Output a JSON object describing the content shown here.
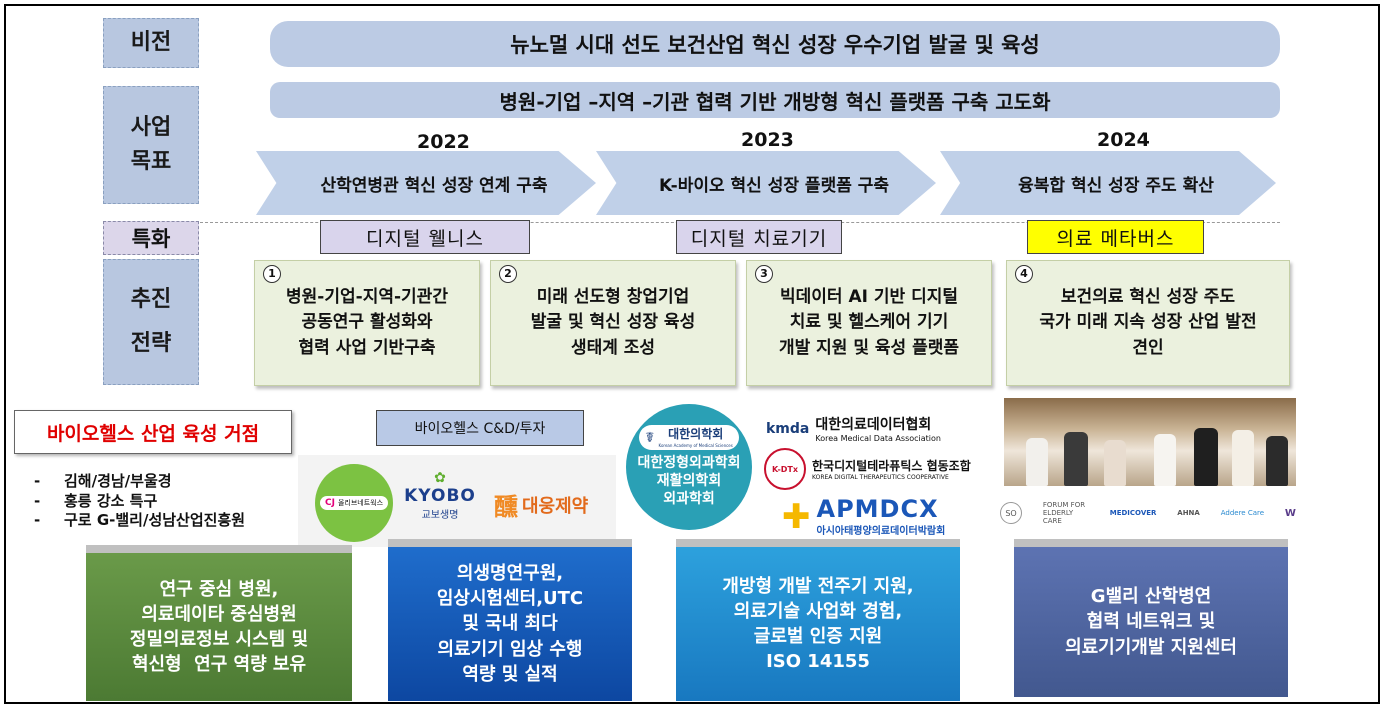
{
  "labels": {
    "vision": "비전",
    "goal_line1": "사업",
    "goal_line2": "목표",
    "special": "특화",
    "strategy_line1": "추진",
    "strategy_line2": "전략"
  },
  "vision_text": "뉴노멀 시대 선도 보건산업 혁신 성장 우수기업 발굴 및 육성",
  "goal_text": "병원-기업 –지역 –기관 협력 기반 개방형 혁신 플랫폼 구축 고도화",
  "roadmap": [
    {
      "year": "2022",
      "text": "산학연병관 혁신 성장 연계 구축"
    },
    {
      "year": "2023",
      "text": "K-바이오 혁신 성장 플랫폼 구축"
    },
    {
      "year": "2024",
      "text": "융복합 혁신 성장 주도 확산"
    }
  ],
  "specialties": [
    "디지털 웰니스",
    "디지털 치료기기",
    "의료 메타버스"
  ],
  "strategies": [
    {
      "num": "1",
      "lines": [
        "병원-기업-지역-기관간",
        "공동연구 활성화와",
        "협력 사업 기반구축"
      ]
    },
    {
      "num": "2",
      "lines": [
        "미래 선도형 창업기업",
        "발굴 및 혁신 성장 육성",
        "생태계 조성"
      ]
    },
    {
      "num": "3",
      "lines": [
        "빅데이터 AI 기반 디지털",
        "치료 및 헬스케어 기기",
        "개발 지원 및 육성 플랫폼"
      ]
    },
    {
      "num": "4",
      "lines": [
        "보건의료 혁신 성장 주도",
        "국가 미래 지속 성장 산업 발전",
        "견인"
      ]
    }
  ],
  "hub": {
    "title": "바이오헬스 산업 육성 거점",
    "locations": [
      "김해/경남/부울경",
      "홍릉 강소 특구",
      "구로 G-밸리/성남산업진흥원"
    ],
    "bullet": "-"
  },
  "invest_label": "바이오헬스 C&D/투자",
  "logos": {
    "cj_small": "CJ",
    "cj_text": "올리브네트웍스",
    "kyobo_en": "KYOBO",
    "kyobo_ko": "교보생명",
    "daewoong": "대웅제약",
    "kams_ko": "대한의학회",
    "kams_en": "Korean Academy of Medical Sciences",
    "societies": [
      "대한정형외과학회",
      "재활의학회",
      "외과학회"
    ],
    "kmda_mark": "kmda",
    "kmda_ko": "대한의료데이터협회",
    "kmda_en": "Korea Medical Data Association",
    "kdtc_mark": "K-DTx",
    "kdtc_ko": "한국디지털테라퓨틱스 협동조합",
    "kdtc_en": "KOREA DIGITAL THERAPEUTICS COOPERATIVE",
    "apmdcx": "APMDCX",
    "apmdcx_sub": "아시아태평양의료데이터박람회",
    "small_logos": [
      "SO",
      "FORUM FOR ELDERLY CARE",
      "MEDICOVER",
      "AHNA",
      "Addere Care",
      "W"
    ]
  },
  "bottom_boxes": [
    {
      "lines": [
        "연구 중심 병원,",
        "의료데이타 중심병원",
        "정밀의료정보 시스템 및",
        "혁신형  연구 역량 보유"
      ]
    },
    {
      "lines": [
        "의생명연구원,",
        "임상시험센터,UTC",
        "및 국내 최다",
        "의료기기 임상 수행",
        "역량 및 실적"
      ]
    },
    {
      "lines": [
        "개방형 개발 전주기 지원,",
        "의료기술 사업화 경험,",
        "글로벌 인증 지원",
        "ISO 14155"
      ]
    },
    {
      "lines": [
        "G밸리 산학병연",
        "협력 네트워크 및",
        "의료기기개발 지원센터"
      ]
    }
  ],
  "colors": {
    "label_blue": "#b8c7e0",
    "strategy_green": "#ebf1de",
    "hub_red": "#e00000",
    "tag_yellow": "#ffff00",
    "bottom1": "#5a8a3e",
    "bottom2": "#1558b8",
    "bottom3": "#2391d0",
    "bottom4": "#4f66a2"
  }
}
